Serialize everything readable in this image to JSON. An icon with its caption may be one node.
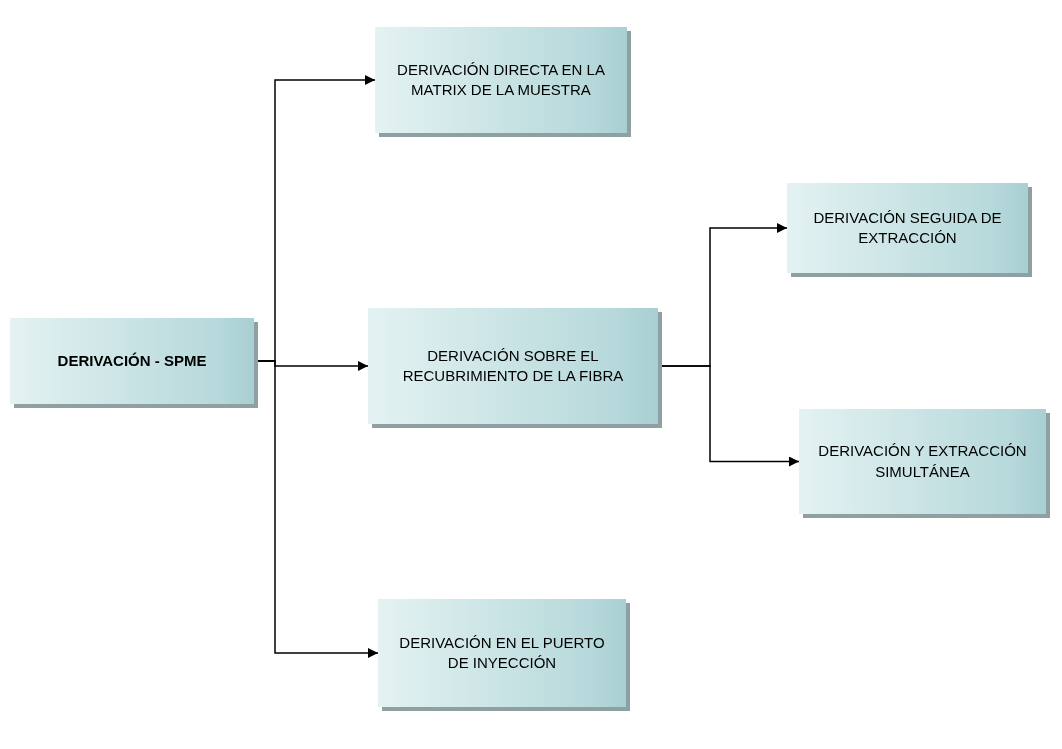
{
  "diagram": {
    "nodes": [
      {
        "text": [
          "DERIVACIÓN - SPME"
        ]
      },
      {
        "text": [
          "DERIVACIÓN DIRECTA EN LA MATRIX DE LA MUESTRA"
        ]
      },
      {
        "text": [
          "DERIVACIÓN SOBRE EL RECUBRIMIENTO DE LA FIBRA"
        ]
      },
      {
        "text": [
          "DERIVACIÓN SEGUIDA DE EXTRACCIÓN"
        ]
      },
      {
        "text": [
          "DERIVACIÓN Y EXTRACCIÓN SIMULTÁNEA"
        ]
      },
      {
        "text": [
          "DERIVACIÓN EN EL PUERTO DE INYECCIÓN"
        ]
      }
    ],
    "edges": [
      {
        "from": 0,
        "to": 1,
        "arrow": "to"
      },
      {
        "from": 0,
        "to": 2,
        "arrow": "to"
      },
      {
        "from": 0,
        "to": 5,
        "arrow": "to"
      },
      {
        "from": 2,
        "to": 3,
        "arrow": "to"
      },
      {
        "from": 2,
        "to": 4,
        "arrow": "to"
      }
    ]
  }
}
